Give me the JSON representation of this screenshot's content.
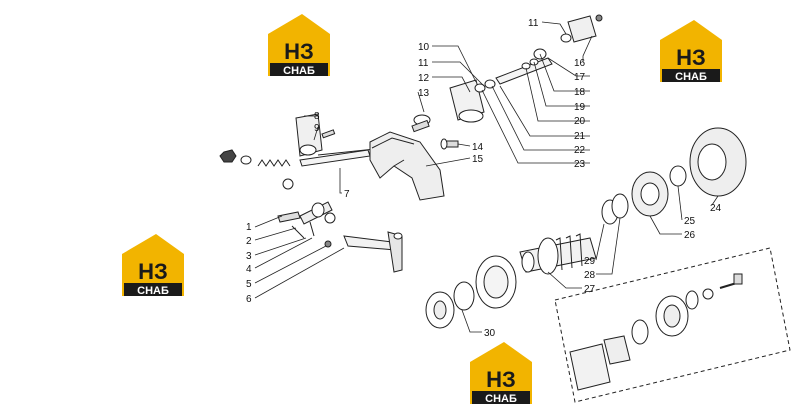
{
  "logo": {
    "letters": "НЗ",
    "word": "СНАБ",
    "gold": "#f2b400",
    "dark": "#1a1a1a"
  },
  "callouts": [
    "1",
    "2",
    "3",
    "4",
    "5",
    "6",
    "7",
    "8",
    "9",
    "10",
    "11",
    "11",
    "12",
    "13",
    "14",
    "15",
    "16",
    "17",
    "18",
    "19",
    "20",
    "21",
    "22",
    "23",
    "24",
    "25",
    "26",
    "27",
    "28",
    "29",
    "30"
  ]
}
